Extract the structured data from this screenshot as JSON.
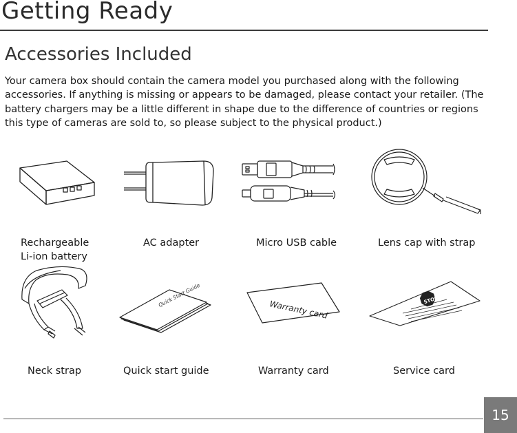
{
  "page": {
    "title": "Getting Ready",
    "section_title": "Accessories Included",
    "intro": "Your camera box should contain the camera model you purchased along with the following accessories. If anything is missing or appears to be damaged, please contact your retailer. (The battery chargers may be a little different in shape due to the difference of countries or regions this type of cameras are sold to, so please subject to the physical product.)",
    "page_number": "15"
  },
  "accessories": [
    {
      "label": "Rechargeable\nLi-ion battery",
      "icon": "battery-icon"
    },
    {
      "label": "AC adapter",
      "icon": "ac-adapter-icon"
    },
    {
      "label": "Micro USB cable",
      "icon": "usb-cable-icon"
    },
    {
      "label": "Lens cap with strap",
      "icon": "lens-cap-icon"
    },
    {
      "label": "Neck strap",
      "icon": "neck-strap-icon"
    },
    {
      "label": "Quick start guide",
      "icon": "quick-start-guide-icon",
      "illustration_text": "Quick Start Guide"
    },
    {
      "label": "Warranty card",
      "icon": "warranty-card-icon",
      "illustration_text": "Warranty card"
    },
    {
      "label": "Service card",
      "icon": "service-card-icon",
      "illustration_text": "STOP"
    }
  ],
  "colors": {
    "text": "#1a1a1a",
    "rule": "#3a3a3a",
    "page_number_bg": "#7a7a7a"
  }
}
